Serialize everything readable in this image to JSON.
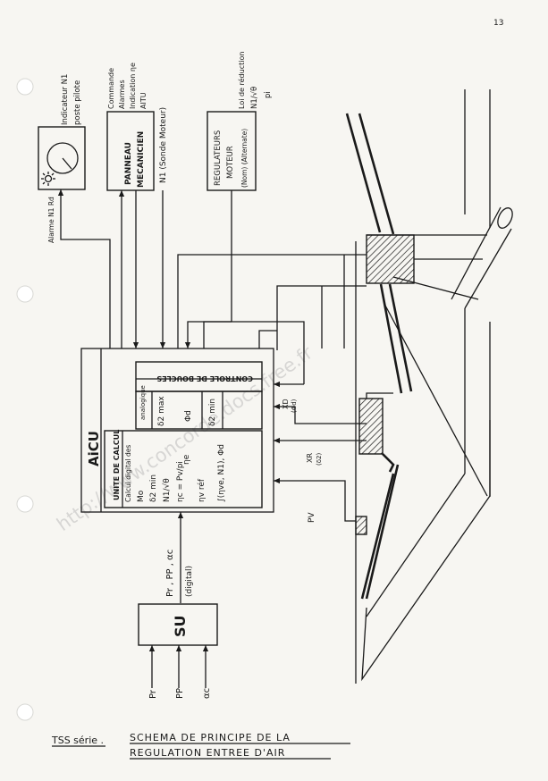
{
  "page": {
    "number": "13"
  },
  "panel": {
    "indicator_title": [
      "Indicateur N1",
      "poste pilote"
    ],
    "alarm_label": "Alarme N1 Rd",
    "commands": [
      "Commande",
      "Alarmes",
      "Indication ηe",
      "AITU"
    ],
    "panneau_line1": "PANNEAU",
    "panneau_line2": "MECANICIEN",
    "n1_probe": "N1 (Sonde Moteur)",
    "regulateurs": [
      "REGULATEURS",
      "MOTEUR",
      "(Nom) (Alternate)"
    ],
    "loi": [
      "Loi de réduction",
      "N1/√θ",
      "pi"
    ]
  },
  "aicu": {
    "title": "AiCU",
    "controle_title": "CONTROLE DE BOUCLES",
    "analog_label": "analogique",
    "analog_items": [
      "δ2 max",
      "Φd",
      "δ2 min"
    ],
    "calc_title": "UNITE DE CALCUL",
    "calc_subtitle": "Calcul digital des",
    "calc_items": [
      "Mo",
      "δ2 min",
      "N1/√θ",
      "ηc = Pv/pi",
      "ηe"
    ],
    "calc_extra": [
      "ηv réf",
      "∫(ηve, N1), Φd"
    ]
  },
  "signals": {
    "xd_label": "XD",
    "xd_sub": "(Φd)",
    "xr_label": "XR",
    "xr_sub": "(δ2)",
    "pv_label": "PV",
    "bus_label": "Pr , PP , αc",
    "bus_sub": "(digital)"
  },
  "su": {
    "label": "SU",
    "inputs": [
      "Pr",
      "PP",
      "αc"
    ]
  },
  "caption": {
    "prefix": "TSS série .",
    "line1": "SCHEMA DE PRINCIPE DE LA",
    "line2": "REGULATION ENTREE D'AIR"
  },
  "watermark": "http://www.concorde.docs.free.fr"
}
